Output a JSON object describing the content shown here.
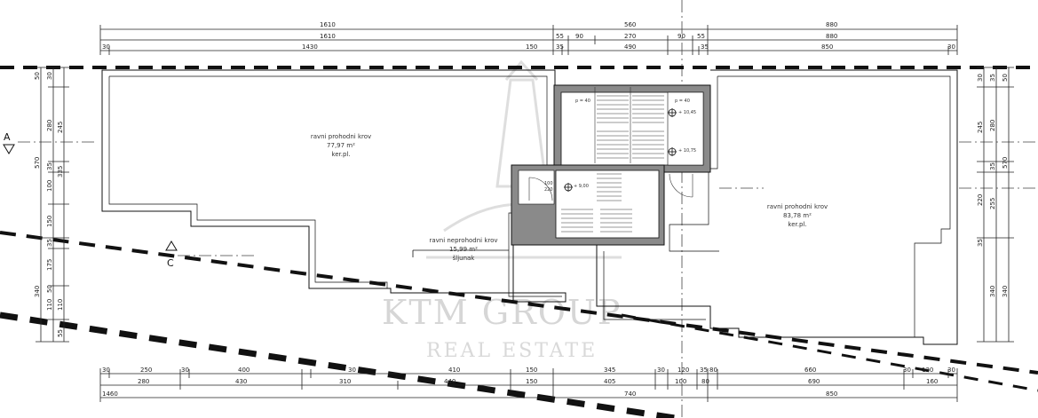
{
  "top_dims": {
    "row1": [
      "1610",
      "560",
      "880"
    ],
    "row2": [
      "1610",
      "55",
      "90",
      "270",
      "90",
      "55",
      "880"
    ],
    "row3": [
      "30",
      "1430",
      "150",
      "35",
      "490",
      "35",
      "850",
      "30"
    ]
  },
  "bottom_dims": {
    "row1": [
      "30",
      "250",
      "30",
      "400",
      "30",
      "410",
      "150",
      "345",
      "30",
      "120",
      "35",
      "80",
      "660",
      "30",
      "130",
      "30"
    ],
    "row2": [
      "280",
      "430",
      "310",
      "440",
      "150",
      "405",
      "100",
      "80",
      "690",
      "160"
    ],
    "row3": [
      "1460",
      "740",
      "850"
    ]
  },
  "left_dims": {
    "outer": [
      "50",
      "570",
      "340"
    ],
    "mid": [
      "30",
      "280",
      "35",
      "100",
      "150",
      "35",
      "175",
      "50",
      "110",
      "110",
      "55"
    ],
    "inner": [
      "245",
      "335"
    ]
  },
  "right_dims": {
    "outer": [
      "30",
      "570",
      "340"
    ],
    "mid": [
      "35",
      "280",
      "35",
      "255",
      "35",
      "340"
    ],
    "inner": [
      "50",
      "245",
      "220"
    ]
  },
  "rooms": {
    "left": {
      "name": "ravni prohodni krov",
      "area": "77,97 m²",
      "finish": "ker.pl."
    },
    "middle": {
      "name": "ravni neprohodni krov",
      "area": "15,99 m²",
      "finish": "šljunak"
    },
    "right": {
      "name": "ravni prohodni krov",
      "area": "83,78 m²",
      "finish": "ker.pl."
    }
  },
  "levels": {
    "l1": "+ 10,45",
    "l2": "+ 10,75",
    "l3": "+ 9,00"
  },
  "small_labels": {
    "p1": "p = 40",
    "p2": "p = 40",
    "door": "100",
    "door2": "220"
  },
  "section_marks": {
    "a": "A",
    "c": "C"
  },
  "watermark": {
    "line1": "KTM GROUP",
    "line2": "REAL ESTATE"
  }
}
